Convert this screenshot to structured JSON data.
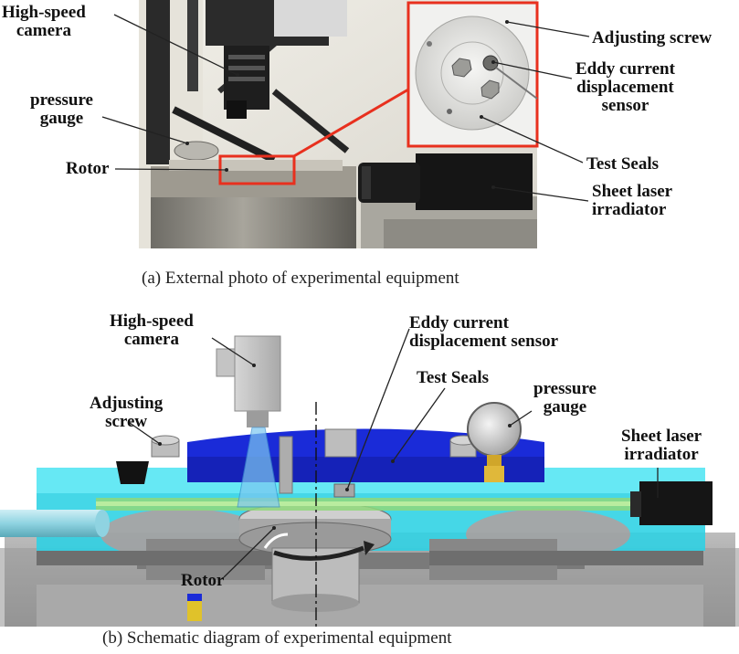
{
  "panel_a": {
    "caption": "(a) External photo of experimental equipment",
    "labels": {
      "high_speed_camera": [
        "High-speed",
        "camera"
      ],
      "pressure_gauge": [
        "pressure",
        "gauge"
      ],
      "rotor": "Rotor",
      "adjusting_screw": "Adjusting screw",
      "eddy_current_sensor": [
        "Eddy current",
        "displacement",
        "sensor"
      ],
      "test_seals": "Test Seals",
      "sheet_laser": [
        "Sheet laser",
        "irradiator"
      ]
    }
  },
  "panel_b": {
    "caption": "(b) Schematic diagram of experimental equipment",
    "labels": {
      "high_speed_camera": [
        "High-speed",
        "camera"
      ],
      "eddy_current_sensor": [
        "Eddy current",
        "displacement sensor"
      ],
      "test_seals": "Test Seals",
      "pressure_gauge": [
        "pressure",
        "gauge"
      ],
      "adjusting_screw": [
        "Adjusting",
        "screw"
      ],
      "sheet_laser": [
        "Sheet laser",
        "irradiator"
      ],
      "rotor": "Rotor"
    }
  },
  "colors": {
    "highlight_box": "#e8301e",
    "outer_casing": "#33e0f0",
    "seal_ring": "#1a2bd8",
    "laser_beam": "#8fd87a",
    "laser_body": "#151515"
  }
}
